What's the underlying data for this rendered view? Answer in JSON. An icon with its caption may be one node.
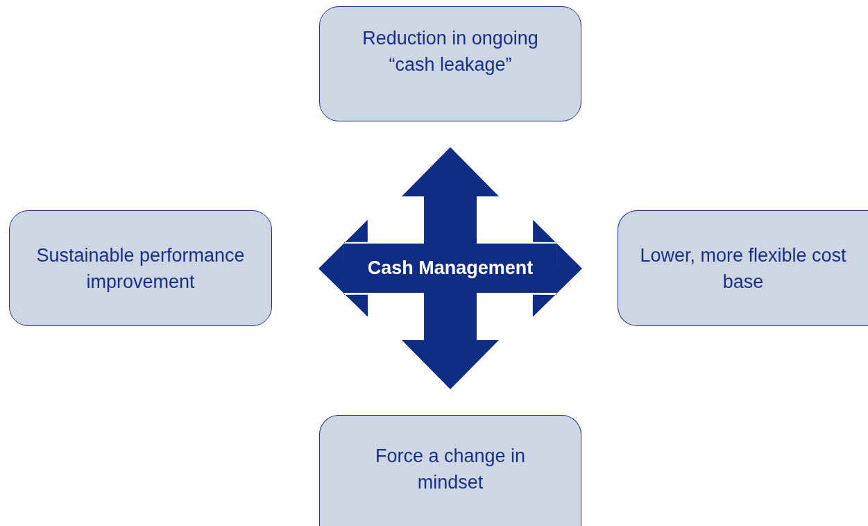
{
  "diagram": {
    "nodes": [
      {
        "text": [
          "Cash Management"
        ]
      },
      {
        "text": [
          "Reduction in ongoing “cash leakage”"
        ]
      },
      {
        "text": [
          "Sustainable performance improvement"
        ]
      },
      {
        "text": [
          "Lower, more flexible cost base"
        ]
      },
      {
        "text": [
          "Force a change in mindset"
        ]
      }
    ],
    "edges": [
      {
        "from": 0,
        "to": 1,
        "arrow": "to"
      },
      {
        "from": 0,
        "to": 2,
        "arrow": "to"
      },
      {
        "from": 0,
        "to": 3,
        "arrow": "to"
      },
      {
        "from": 0,
        "to": 4,
        "arrow": "to"
      }
    ]
  }
}
